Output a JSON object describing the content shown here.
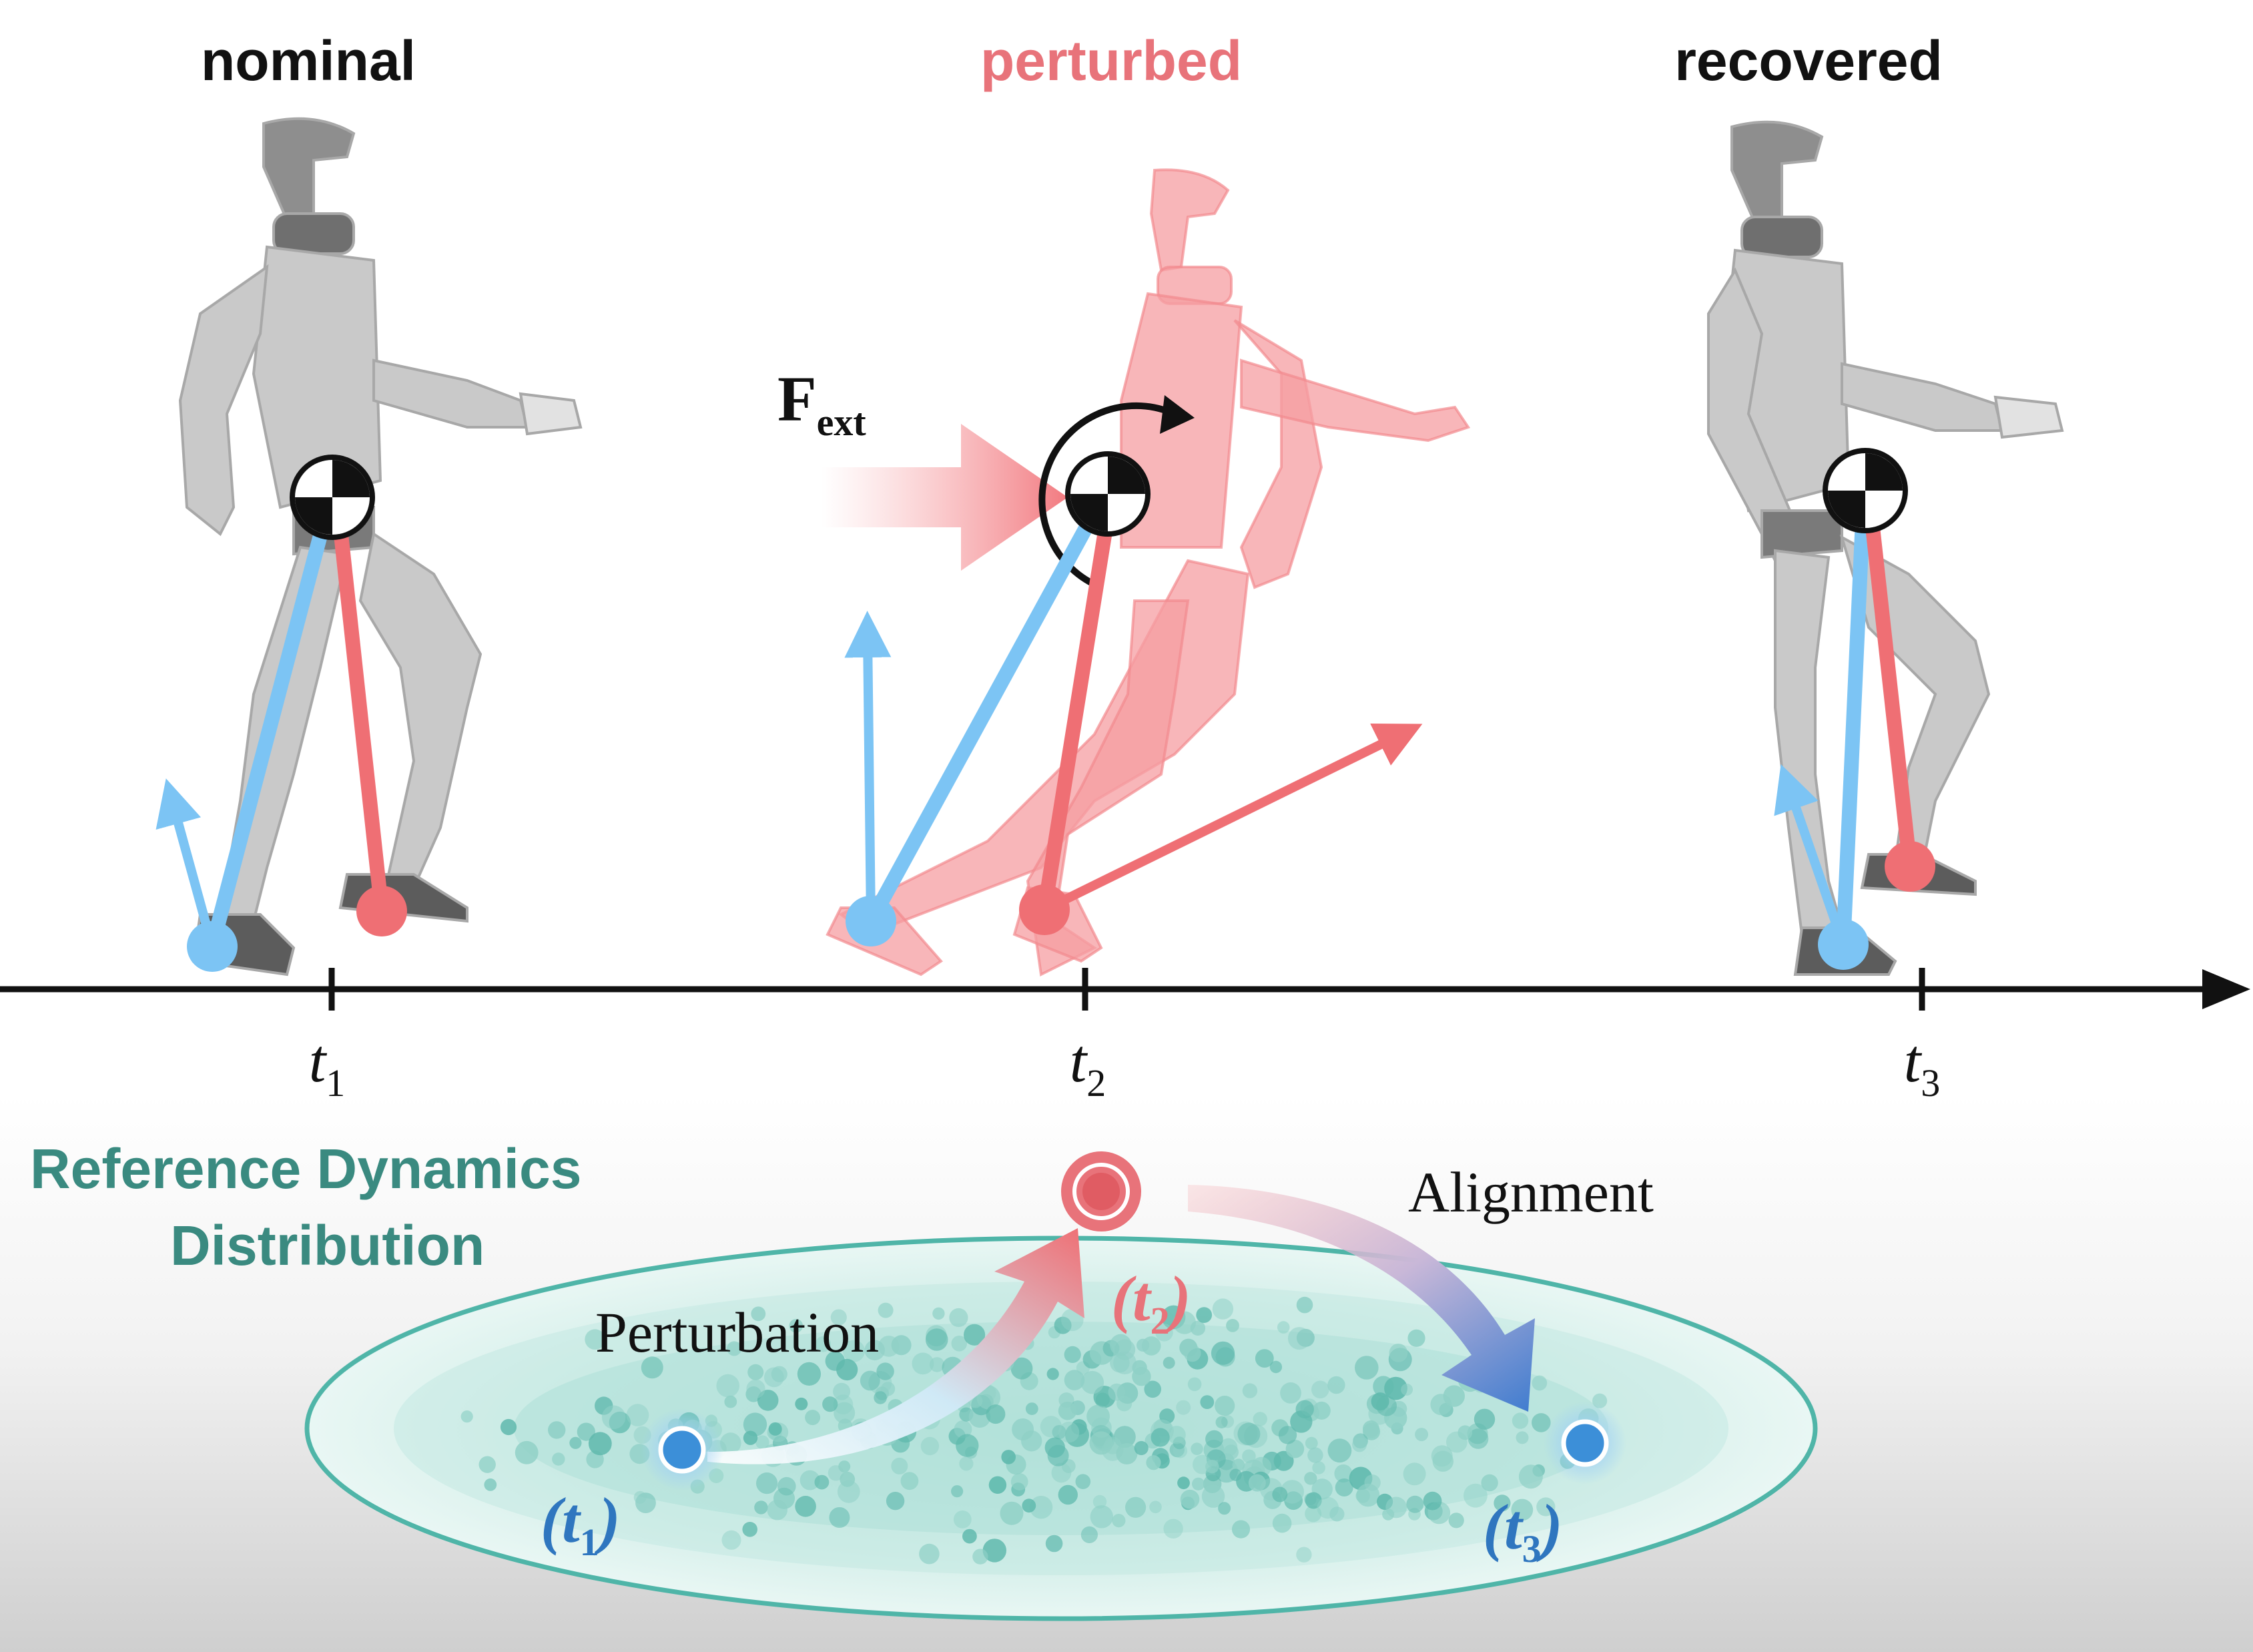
{
  "phases": [
    {
      "title": "nominal",
      "color": "#111111"
    },
    {
      "title": "perturbed",
      "color": "#e8737a"
    },
    {
      "title": "recovered",
      "color": "#111111"
    }
  ],
  "timeline": {
    "ticks": [
      {
        "base": "t",
        "sub": "1"
      },
      {
        "base": "t",
        "sub": "2"
      },
      {
        "base": "t",
        "sub": "3"
      }
    ]
  },
  "force": {
    "base": "F",
    "sub": "ext"
  },
  "distribution": {
    "title_line1": "Reference Dynamics",
    "title_line2": "Distribution",
    "perturbation_label": "Perturbation",
    "alignment_label": "Alignment",
    "points": [
      {
        "label_open": "(",
        "base": "t",
        "sub": "1",
        "label_close": ")",
        "color": "#2f76bf"
      },
      {
        "label_open": "(",
        "base": "t",
        "sub": "2",
        "label_close": ")",
        "color": "#e8737a"
      },
      {
        "label_open": "(",
        "base": "t",
        "sub": "3",
        "label_close": ")",
        "color": "#2f76bf"
      }
    ]
  },
  "colors": {
    "stance_blue": "#7cc4f4",
    "swing_red": "#ef6f74",
    "robot_gray": "#c9c9c9",
    "ellipse_teal": "#4fb5a8",
    "dist_title": "#3a8a80"
  },
  "icons": [
    "center-of-mass-icon",
    "rotation-arrow-icon",
    "timeline-arrow-icon"
  ]
}
